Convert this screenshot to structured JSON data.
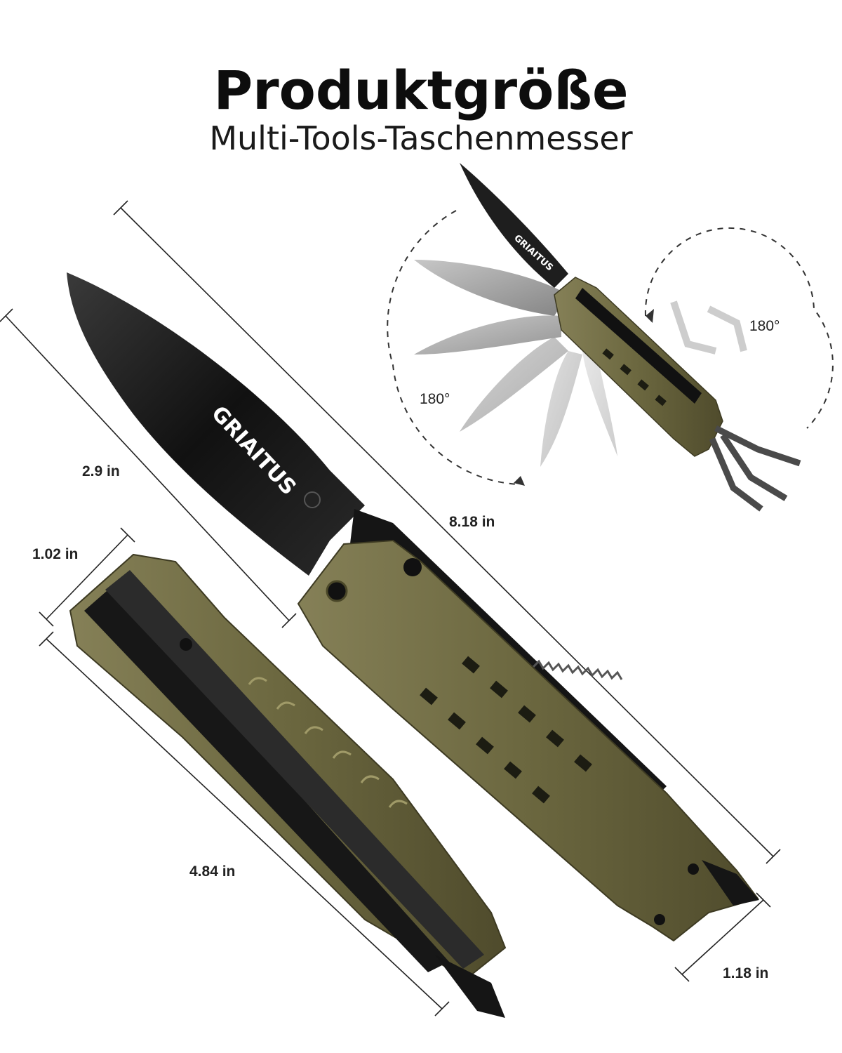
{
  "header": {
    "title": "Produktgröße",
    "subtitle": "Multi-Tools-Taschenmesser"
  },
  "brand": "GRIAITUS",
  "dimensions": {
    "blade_length": "2.9 in",
    "total_length": "8.18 in",
    "thickness": "1.02 in",
    "closed_length": "4.84 in",
    "handle_width": "1.18 in"
  },
  "rotation": {
    "left_angle": "180°",
    "right_angle": "180°"
  },
  "colors": {
    "handle": "#6e6a45",
    "blade": "#1a1a1a",
    "background": "#ffffff"
  }
}
